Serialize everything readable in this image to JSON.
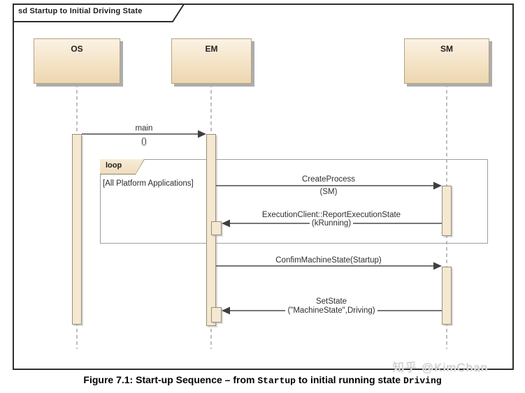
{
  "frame": {
    "title": "sd Startup to Initial Driving State"
  },
  "lifelines": [
    {
      "label": "OS"
    },
    {
      "label": "EM"
    },
    {
      "label": "SM"
    }
  ],
  "fragment": {
    "operator": "loop",
    "guard": "[All Platform Applications]"
  },
  "messages": [
    {
      "name": "main",
      "args": "()",
      "from": "OS",
      "to": "EM",
      "direction": "right"
    },
    {
      "name": "CreateProcess",
      "args": "(SM)",
      "from": "EM",
      "to": "SM",
      "direction": "right"
    },
    {
      "name": "ExecutionClient::ReportExecutionState",
      "args": "(kRunning)",
      "from": "SM",
      "to": "EM",
      "direction": "left"
    },
    {
      "name": "ConfimMachineState(Startup)",
      "args": "",
      "from": "EM",
      "to": "SM",
      "direction": "right"
    },
    {
      "name": "SetState",
      "args": "(\"MachineState\",Driving)",
      "from": "SM",
      "to": "EM",
      "direction": "left"
    }
  ],
  "caption": {
    "prefix": "Figure 7.1: Start-up Sequence – from ",
    "code_start": "Startup",
    "middle": " to initial running state ",
    "code_end": "Driving"
  },
  "watermark": "知乎 @KimChan",
  "colors": {
    "frame_border": "#2E2E2E",
    "lifeline_head_fill_top": "#FBF2E4",
    "lifeline_head_fill_bottom": "#EDD6B0",
    "activation_fill": "#F5E8D1",
    "fragment_border": "#9E9E9E",
    "arrow": "#4A4A4A",
    "lifeline_dash": "#949494",
    "watermark_gray": "#CBCBCB"
  }
}
